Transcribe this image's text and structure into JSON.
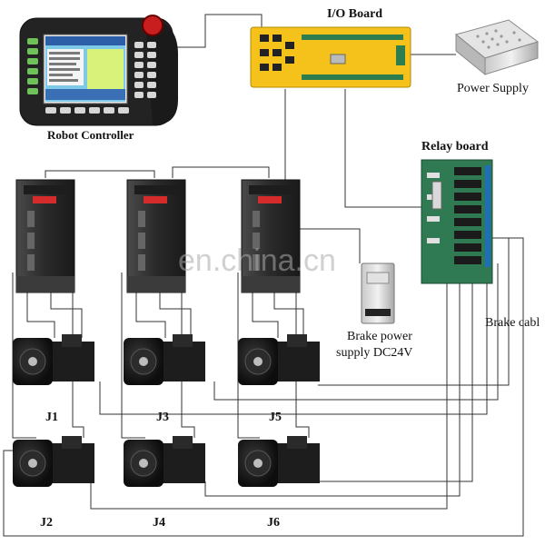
{
  "labels": {
    "robot_controller": "Robot Controller",
    "io_board": "I/O Board",
    "power_supply": "Power Supply",
    "relay_board": "Relay board",
    "brake_power_line1": "Brake power",
    "brake_power_line2": "supply DC24V",
    "brake_cable": "Brake cabl",
    "j1": "J1",
    "j2": "J2",
    "j3": "J3",
    "j4": "J4",
    "j5": "J5",
    "j6": "J6"
  },
  "watermark": "en.china.cn",
  "colors": {
    "io_board": "#f4c21b",
    "relay_board": "#2f7a52",
    "drive_body": "#2a2a2a",
    "drive_display": "#d62b2b",
    "motor_body": "#1d1d1d",
    "pendant_body": "#232323",
    "pendant_screen": "#7ec9e8",
    "wire": "#333333"
  },
  "icons": {
    "pendant": "teach-pendant-icon",
    "emergency_stop": "emergency-stop-icon",
    "servo_drive": "servo-drive-icon",
    "servo_motor": "servo-motor-icon",
    "power_supply": "power-supply-icon",
    "relay_board": "relay-board-icon"
  }
}
